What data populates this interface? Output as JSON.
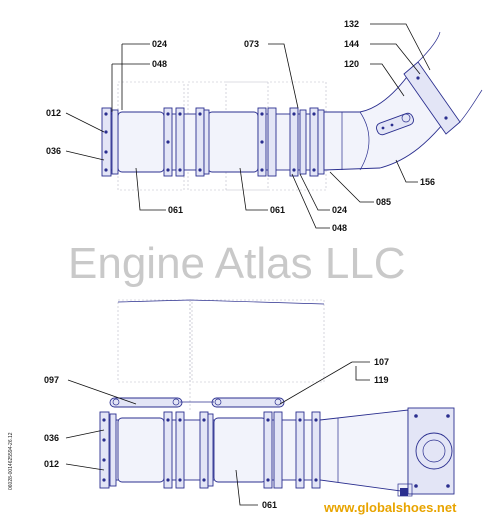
{
  "top_view": {
    "callouts": [
      "024",
      "048",
      "073",
      "132",
      "144",
      "120",
      "012",
      "036",
      "061",
      "061",
      "024",
      "048",
      "085",
      "156"
    ]
  },
  "bottom_view": {
    "callouts": [
      "107",
      "119",
      "097",
      "036",
      "012",
      "061"
    ]
  },
  "watermark": "Engine Atlas LLC",
  "website": "www.globalshoes.net",
  "drawing_code": "06028-0014625594-26.12",
  "colors": {
    "line": "#2b2f8f",
    "watermark": "#c9c9c9",
    "website": "#e8a400"
  }
}
